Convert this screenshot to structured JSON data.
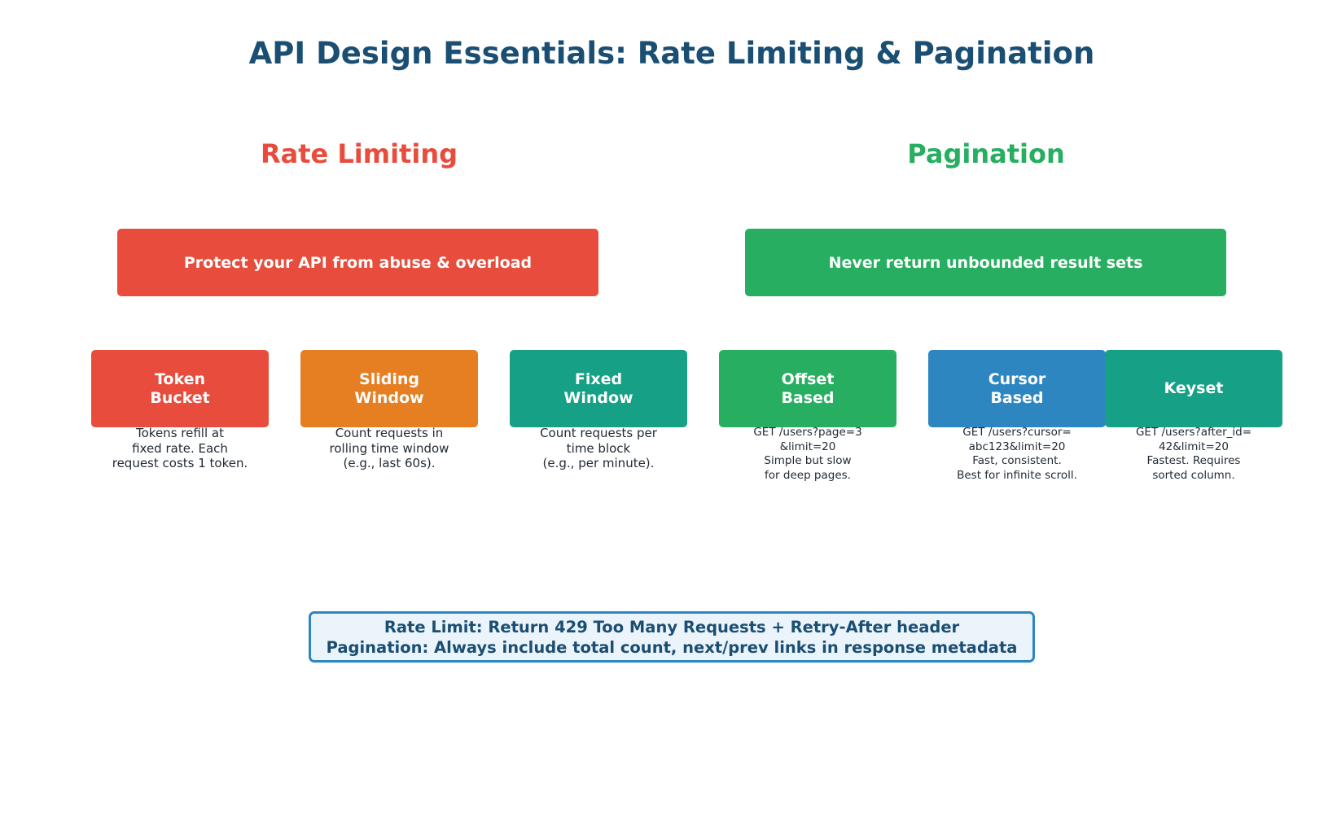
{
  "title": "API Design Essentials: Rate Limiting & Pagination",
  "colors": {
    "title": "#1a4e72",
    "red": "#e74c3c",
    "orange": "#e67e22",
    "teal": "#16a085",
    "green": "#27ae60",
    "blue": "#2e86c1",
    "footer_bg": "#ebf4fb"
  },
  "rate_limiting": {
    "heading": "Rate Limiting",
    "banner": "Protect your API from abuse & overload",
    "strategies": [
      {
        "name": "Token\nBucket",
        "description": "Tokens refill at\nfixed rate. Each\nrequest costs 1 token.",
        "color": "#e74c3c"
      },
      {
        "name": "Sliding\nWindow",
        "description": "Count requests in\nrolling time window\n(e.g., last 60s).",
        "color": "#e67e22"
      },
      {
        "name": "Fixed\nWindow",
        "description": "Count requests per\ntime block\n(e.g., per minute).",
        "color": "#16a085"
      }
    ]
  },
  "pagination": {
    "heading": "Pagination",
    "banner": "Never return unbounded result sets",
    "strategies": [
      {
        "name": "Offset\nBased",
        "description": "GET /users?page=3\n&limit=20\nSimple but slow\nfor deep pages.",
        "color": "#27ae60"
      },
      {
        "name": "Cursor\nBased",
        "description": "GET /users?cursor=\nabc123&limit=20\nFast, consistent.\nBest for infinite scroll.",
        "color": "#2e86c1"
      },
      {
        "name": "Keyset",
        "description": "GET /users?after_id=\n42&limit=20\nFastest. Requires\nsorted column.",
        "color": "#16a085"
      }
    ]
  },
  "footer": {
    "line1": "Rate Limit: Return 429 Too Many Requests + Retry-After header",
    "line2": "Pagination: Always include total count, next/prev links in response metadata"
  }
}
